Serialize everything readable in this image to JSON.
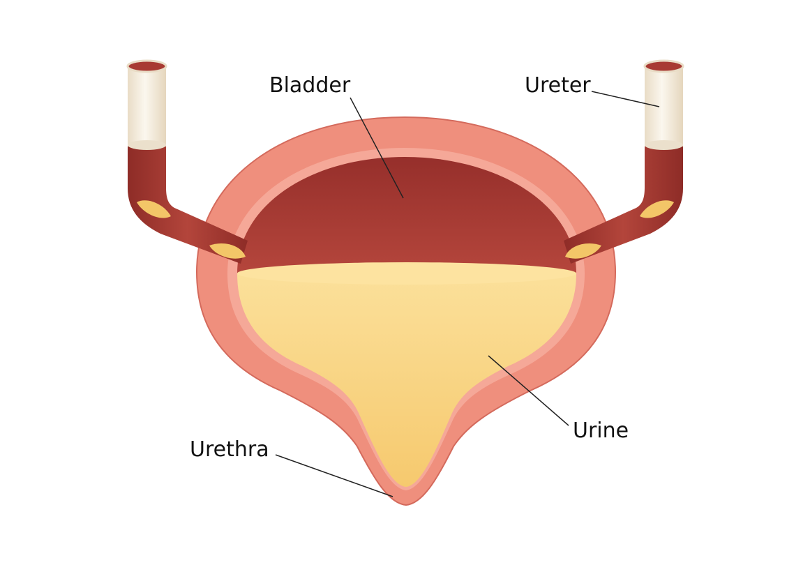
{
  "labels": {
    "bladder": "Bladder",
    "ureter": "Ureter",
    "urine": "Urine",
    "urethra": "Urethra"
  },
  "colors": {
    "outer_wall": "#ef8f7d",
    "wall_edge": "#d46a5c",
    "inner_lining": "#f5a898",
    "cavity": "#a83a33",
    "cavity_dark": "#8f2f2a",
    "urine": "#f9d585",
    "urine_light": "#fde8a8",
    "ureter_tube": "#a3362f",
    "ureter_cap": "#f6efe2",
    "valve": "#f3c668",
    "leader_line": "#222222"
  }
}
